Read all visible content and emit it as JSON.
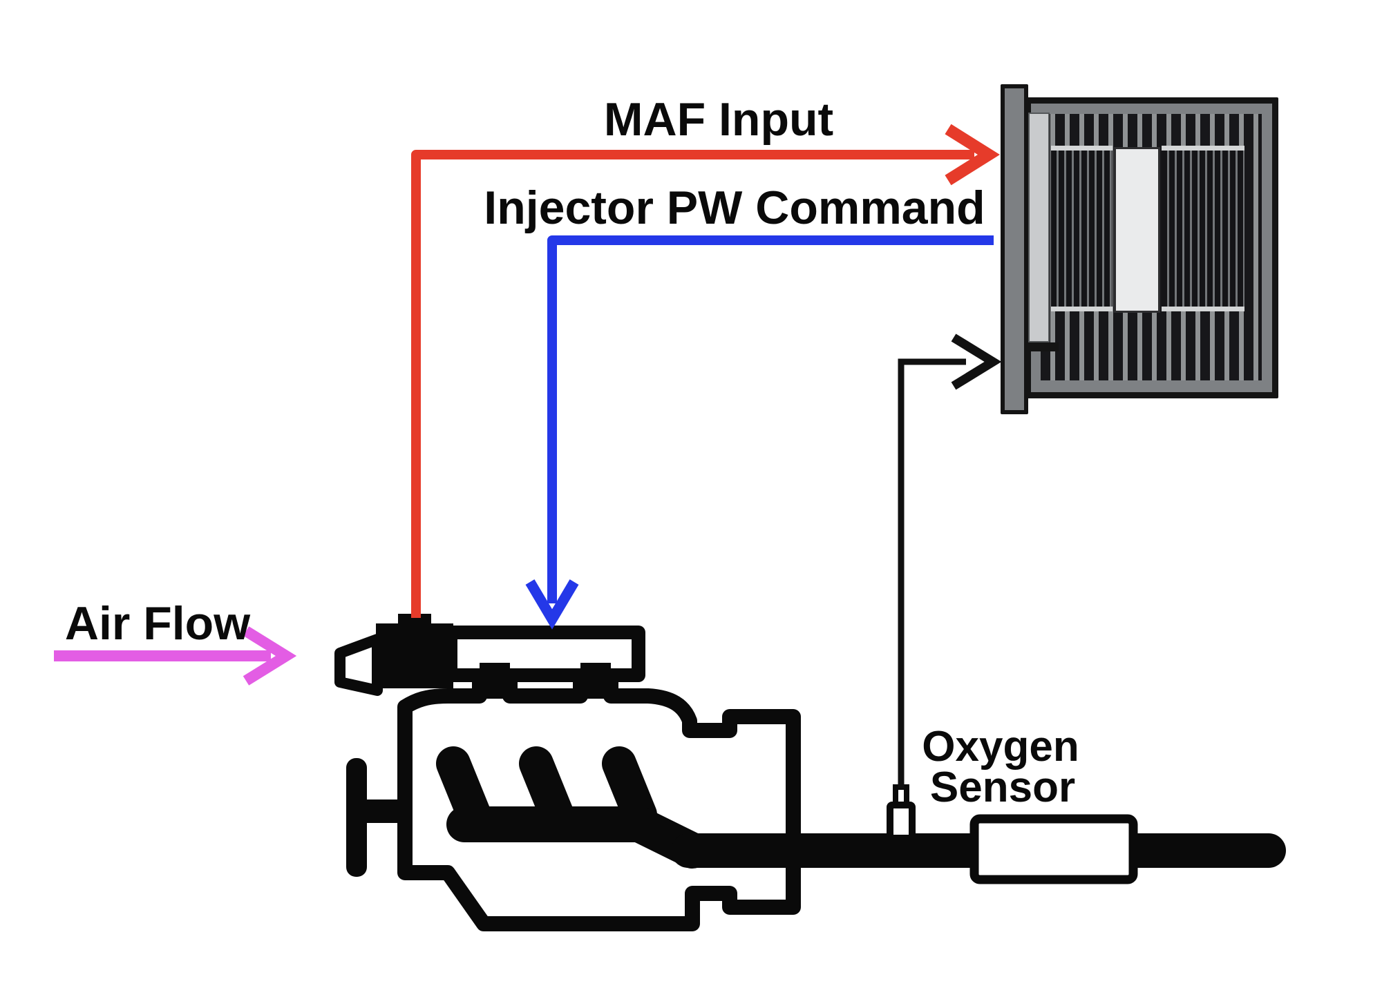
{
  "diagram": {
    "type": "engine-fuel-control-flow",
    "labels": {
      "maf_input": "MAF Input",
      "injector_pw": "Injector PW Command",
      "air_flow": "Air Flow",
      "oxygen_sensor_line1": "Oxygen",
      "oxygen_sensor_line2": "Sensor"
    },
    "colors": {
      "maf_signal": "#e63b2a",
      "injector_command": "#2438e8",
      "air_flow": "#e35de4",
      "sensor_wire": "#111111",
      "outline_black": "#0a0a0a",
      "ecu_frame_gray": "#7e8184",
      "ecu_connector_gray": "#c9cbcd"
    },
    "components": [
      "air-intake-snout",
      "maf-sensor",
      "valve-cover",
      "engine-block",
      "exhaust-manifold",
      "exhaust-pipe",
      "muffler",
      "oxygen-sensor",
      "ecu-module"
    ],
    "connections": [
      {
        "from": "maf-sensor",
        "to": "ecu-module",
        "label": "MAF Input",
        "color": "#e63b2a"
      },
      {
        "from": "ecu-module",
        "to": "fuel-injector",
        "label": "Injector PW Command",
        "color": "#2438e8"
      },
      {
        "from": "ambient-air",
        "to": "air-intake-snout",
        "label": "Air Flow",
        "color": "#e35de4"
      },
      {
        "from": "oxygen-sensor",
        "to": "ecu-module",
        "label": "Oxygen Sensor",
        "color": "#111111"
      }
    ]
  }
}
